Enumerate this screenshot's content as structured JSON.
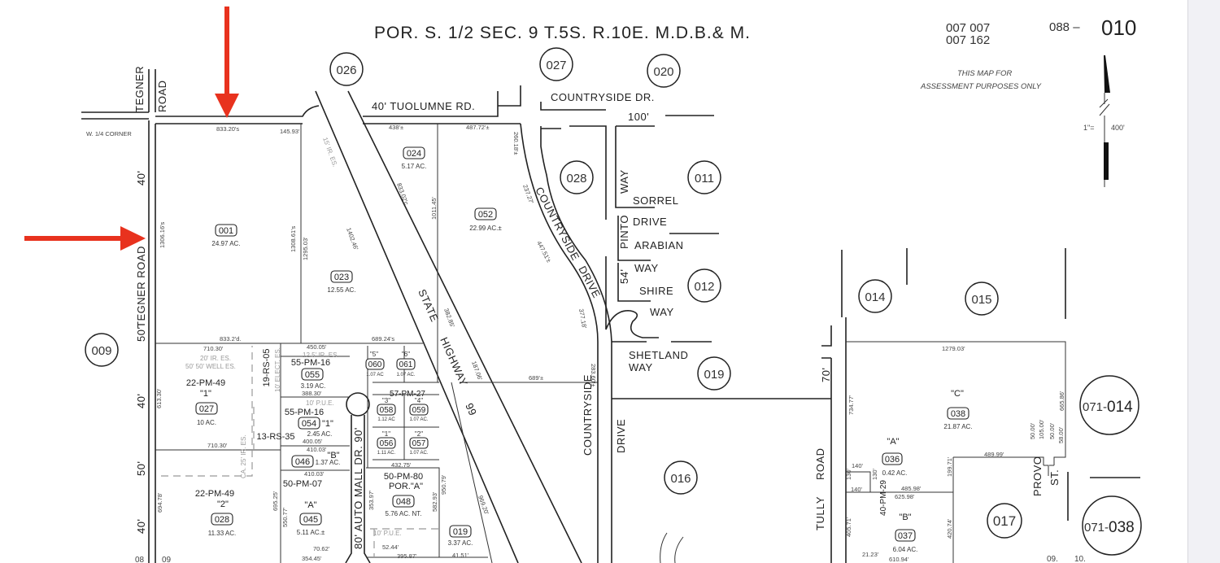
{
  "header": {
    "title": "POR. S. 1/2  SEC. 9  T.5S.  R.10E.  M.D.B.& M.",
    "book_codes": [
      "007 007",
      "007 162"
    ],
    "page_prefix": "088 –",
    "page_number": "010",
    "disclaimer": [
      "THIS MAP FOR",
      "ASSESSMENT PURPOSES ONLY"
    ],
    "scale_left": "1\"=",
    "scale_right": "400'"
  },
  "annotation_color": "#e8321e",
  "roads": {
    "tegner_1": "TEGNER",
    "road_1": "ROAD",
    "tegner_road": "TEGNER ROAD",
    "tegner_widths": [
      "40'",
      "50'",
      "40'",
      "50'",
      "40'"
    ],
    "tuolumne": "40'  TUOLUMNE RD.",
    "countryside_dr": "COUNTRYSIDE DR.",
    "width_100": "100'",
    "countryside_drive_a": "COUNTRYSIDE",
    "drive_a": "DRIVE",
    "countryside_drive_b": "COUNTRYSIDE",
    "drive_b": "DRIVE",
    "highway": [
      "STATE",
      "HIGHWAY",
      "99"
    ],
    "way_1": "WAY",
    "sorrel": "SORREL",
    "drive_c": "DRIVE",
    "pinto": "PINTO",
    "arabian": "ARABIAN",
    "way_2": "WAY",
    "width_54": "54'",
    "shire": "SHIRE",
    "way_3": "WAY",
    "shetland": "SHETLAND",
    "way_4": "WAY",
    "width_70": "70'",
    "tully": "TULLY",
    "road_2": "ROAD",
    "auto_mall": "80'  AUTO MALL DR.  90'",
    "provo": "PROVO",
    "st": "ST.",
    "corner": "W. 1/4 CORNER"
  },
  "circled_parcels": [
    "026",
    "027",
    "020",
    "028",
    "011",
    "012",
    "009",
    "019",
    "014",
    "015",
    "016",
    "017"
  ],
  "adjacent_maps": [
    {
      "prefix": "071-",
      "number": "014"
    },
    {
      "prefix": "071-",
      "number": "038"
    }
  ],
  "parcels": [
    {
      "id": "001",
      "area": "24.97 AC."
    },
    {
      "id": "023",
      "area": "12.55 AC."
    },
    {
      "id": "024",
      "area": "5.17 AC."
    },
    {
      "id": "052",
      "area": "22.99 AC.±"
    },
    {
      "id": "027",
      "area": "10 AC.",
      "map": "22-PM-49",
      "lot": "\"1\""
    },
    {
      "id": "028",
      "area": "11.33 AC.",
      "map": "22-PM-49",
      "lot": "\"2\""
    },
    {
      "id": "055",
      "area": "3.19 AC.",
      "map": "55-PM-16"
    },
    {
      "id": "054",
      "area": "2.45 AC.",
      "map": "55-PM-16",
      "lot": "\"1\""
    },
    {
      "id": "046",
      "area": "1.37 AC.",
      "lot": "\"B\""
    },
    {
      "id": "045",
      "area": "5.11 AC.±",
      "map": "50-PM-07",
      "lot": "\"A\""
    },
    {
      "id": "048",
      "area": "5.76 AC. NT.",
      "map": "50-PM-80",
      "lot": "POR.\"A\""
    },
    {
      "id": "019",
      "area": "3.37 AC."
    },
    {
      "id": "060",
      "area": "1.07 AC",
      "lot": "\"5\""
    },
    {
      "id": "061",
      "area": "1.07 AC.",
      "lot": "\"6\""
    },
    {
      "id": "058",
      "area": "1.12 AC",
      "lot": "\"3\""
    },
    {
      "id": "059",
      "area": "1.07 AC.",
      "lot": "\"4\""
    },
    {
      "id": "056",
      "area": "1.11 AC.",
      "lot": "\"1\""
    },
    {
      "id": "057",
      "area": "1.07 AC.",
      "lot": "\"2\""
    },
    {
      "id": "038",
      "area": "21.87 AC.",
      "lot": "\"C\""
    },
    {
      "id": "036",
      "area": "0.42 AC.",
      "lot": "\"A\""
    },
    {
      "id": "037",
      "area": "6.04 AC.",
      "lot": "\"B\""
    }
  ],
  "recorded_maps": [
    "19-RS-05",
    "13-RS-35",
    "57-PM-27",
    "40-PM-29"
  ],
  "easements": [
    "20' IR. ES.",
    "50' 50' WELL ES.",
    "12.5' IR. ES.",
    "10' ELECT. ES.",
    "10' P.U.E.",
    "10' P.U.E.",
    "CA. 25' IR. ES.",
    "15' IR. ES."
  ],
  "dimensions": [
    "833.20's",
    "1306.16's",
    "1308.61's",
    "1295.03'",
    "145.93'",
    "438'±",
    "487.72'±",
    "260.18'±",
    "1011.45'",
    "833.02'c",
    "1402.46'",
    "447.51'±",
    "237.27'",
    "382.85'",
    "377.18'",
    "283.60'±",
    "187.06'",
    "689'±",
    "833.2'd.",
    "689.24's",
    "710.30'",
    "710.30'",
    "450.05'",
    "388.30'",
    "400.05'",
    "410.03'",
    "410.03'",
    "613.30'",
    "694.78'",
    "695.25'",
    "550.77'",
    "432.75'",
    "950.79'",
    "582.93'",
    "353.97'",
    "52.44'",
    "395.87'",
    "70.62'",
    "354.45'",
    "1279.03'",
    "734.77'",
    "665.86'",
    "489.99'",
    "199.71'",
    "485.98'",
    "625.98'",
    "140'",
    "140'",
    "405.71'",
    "420.74'",
    "21.23'",
    "610.94'",
    "41.51'",
    "969.20'",
    "50.00'",
    "105.00'",
    "50.00'",
    "58.00'",
    "130'",
    "130'"
  ],
  "section_numbers": [
    "08",
    "09",
    "09.",
    "10."
  ]
}
